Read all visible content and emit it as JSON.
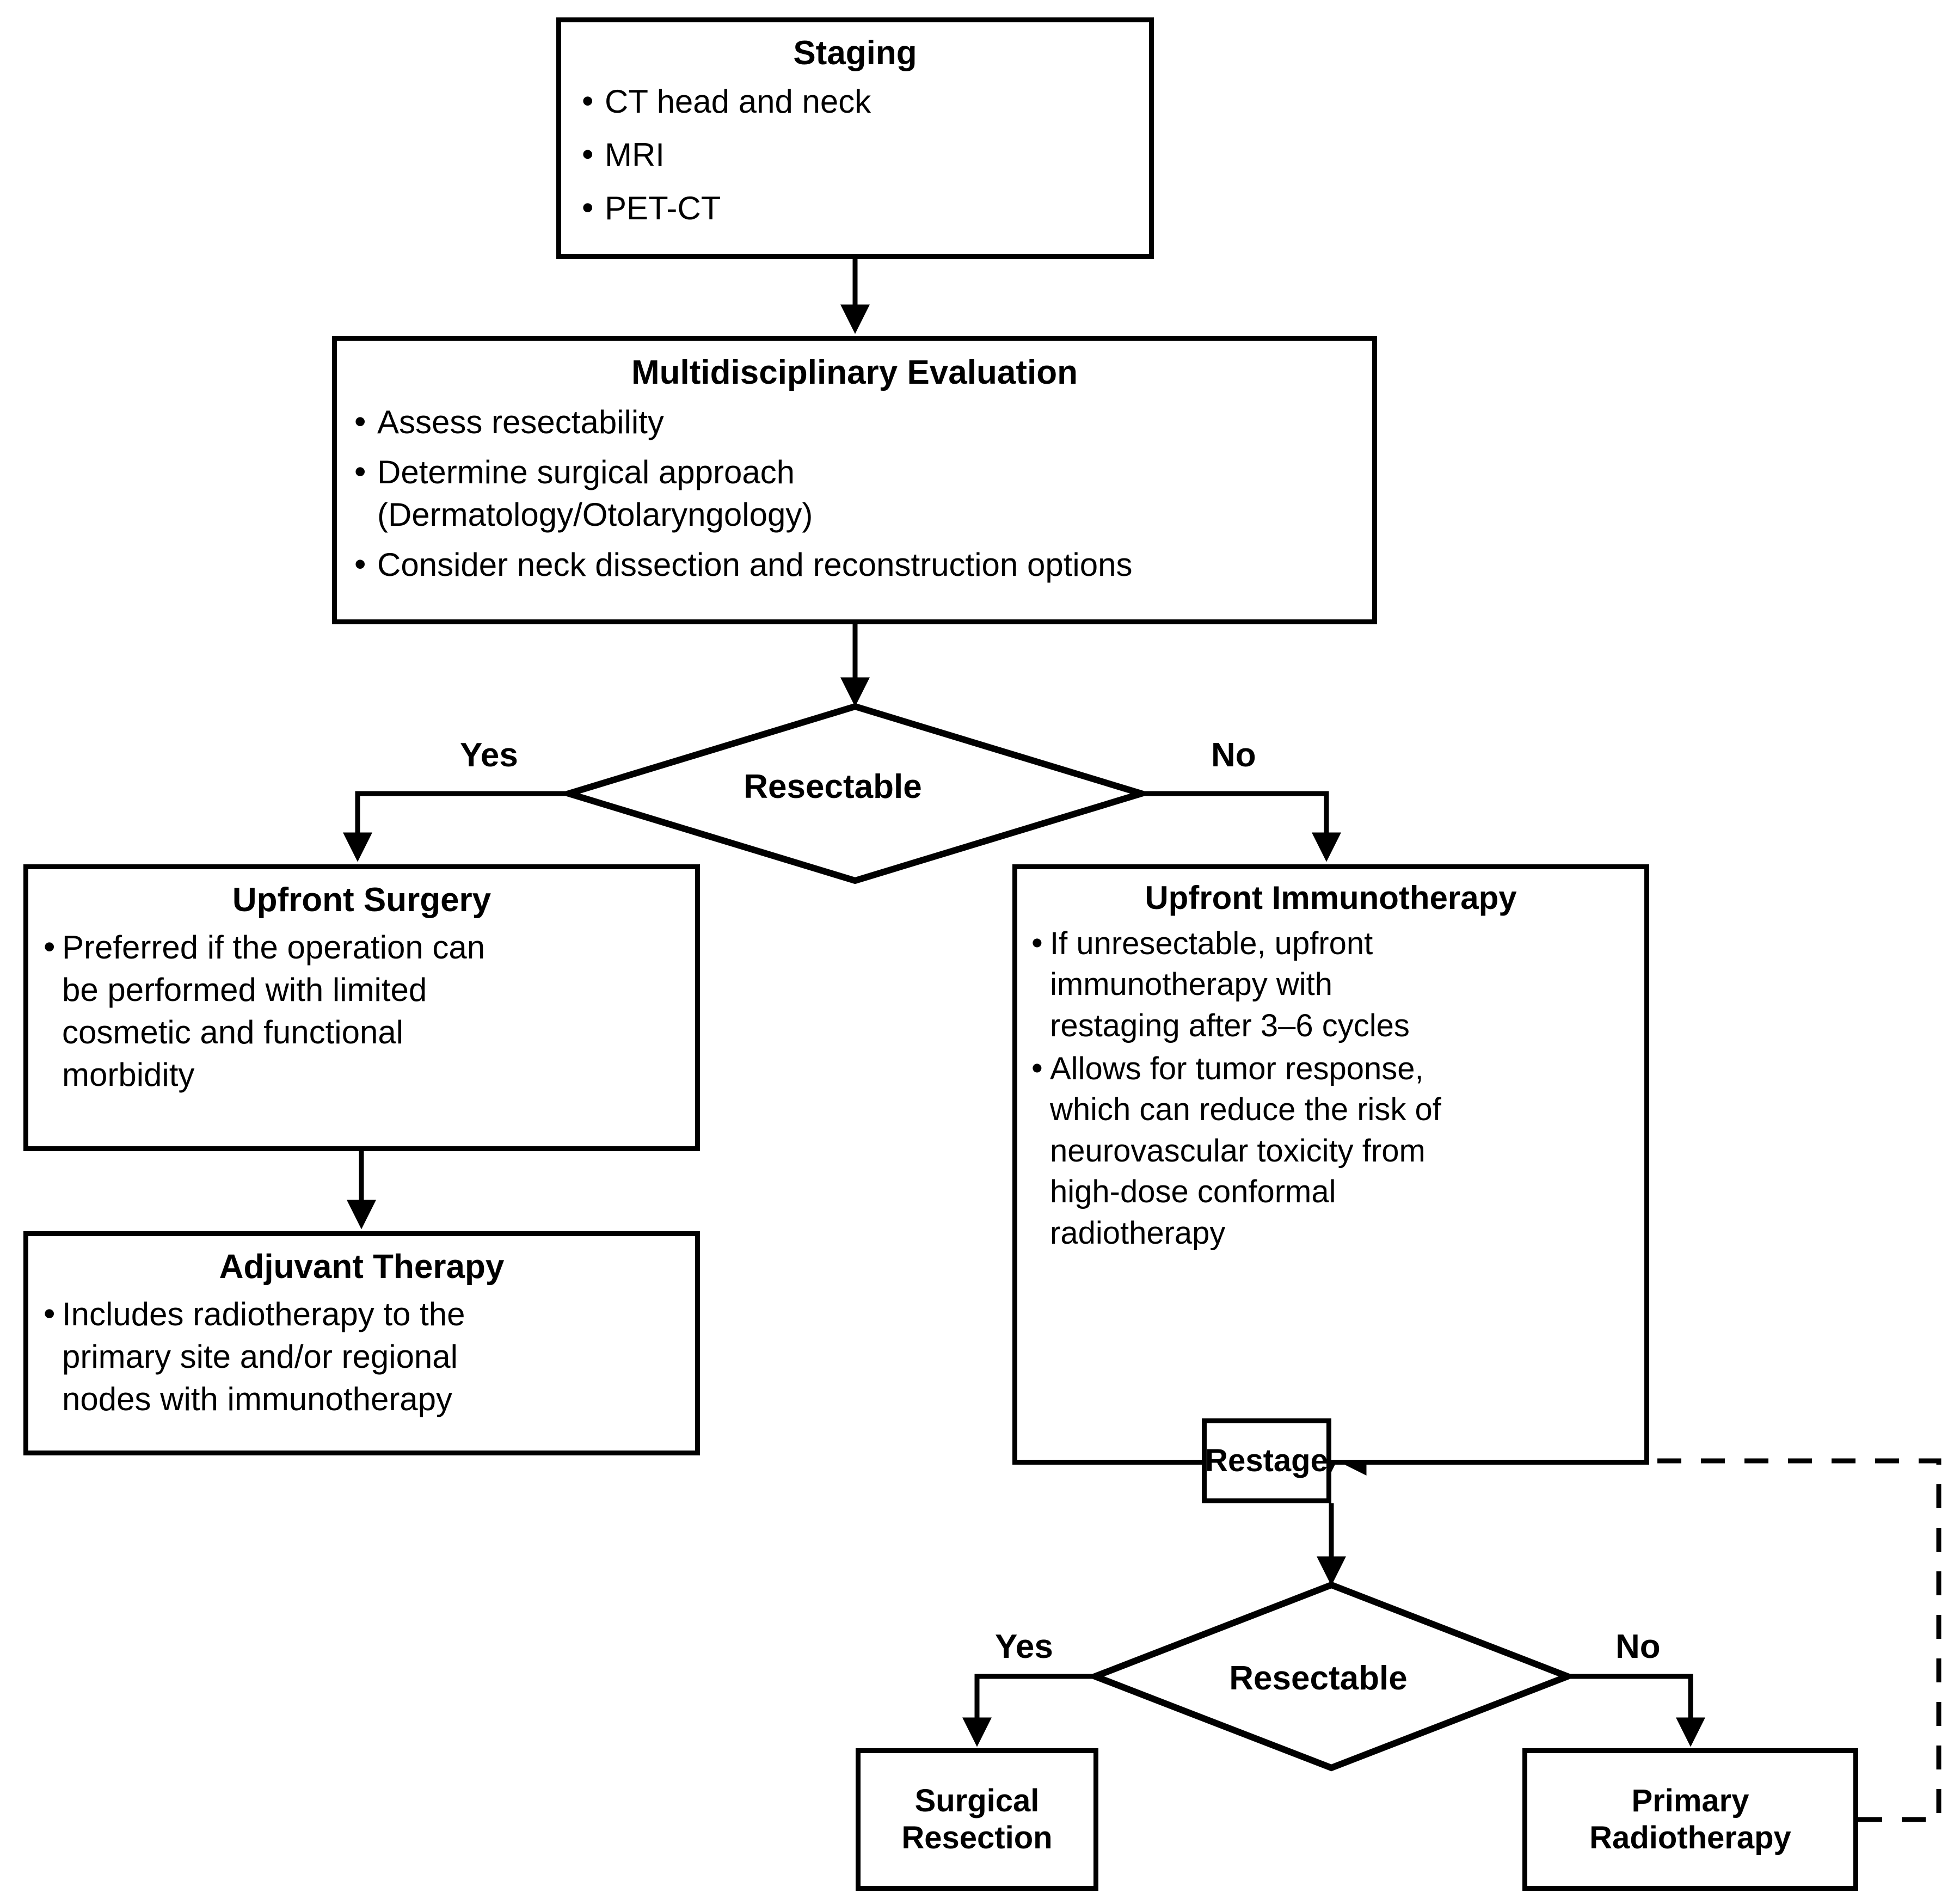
{
  "diagram": {
    "title": "Head and neck cutaneous carcinoma management algorithm",
    "stroke_color": "#000000",
    "background_color": "#ffffff"
  },
  "nodes": {
    "staging": {
      "title": "Staging",
      "bullets": [
        "CT head and neck",
        "MRI",
        "PET-CT"
      ]
    },
    "multidisciplinary_evaluation": {
      "title": "Multidisciplinary Evaluation",
      "bullets": [
        "Assess resectability",
        "Determine surgical approach\n(Dermatology/Otolaryngology)",
        "Consider neck dissection and reconstruction options"
      ]
    },
    "upfront_surgery": {
      "title": "Upfront Surgery",
      "bullets": [
        "Preferred if the operation can\nbe performed with limited\ncosmetic and functional\nmorbidity"
      ]
    },
    "adjuvant_therapy": {
      "title": "Adjuvant Therapy",
      "bullets": [
        "Includes radiotherapy to the\nprimary site and/or regional\nnodes with immunotherapy"
      ]
    },
    "upfront_immunotherapy": {
      "title": "Upfront Immunotherapy",
      "bullets": [
        "If unresectable, upfront\nimmunotherapy with\nrestaging after 3–6 cycles",
        "Allows for tumor response,\nwhich can reduce the risk of\nneurovascular toxicity from\nhigh-dose conformal\nradiotherapy"
      ]
    },
    "restage": {
      "title": "Restage"
    },
    "surgical_resection": {
      "title": "Surgical\nResection"
    },
    "primary_radiotherapy": {
      "title": "Primary\nRadiotherapy"
    }
  },
  "decisions": {
    "resectable_1": {
      "label": "Resectable",
      "yes_label": "Yes",
      "no_label": "No",
      "yes_target": "upfront_surgery",
      "no_target": "upfront_immunotherapy"
    },
    "resectable_2": {
      "label": "Resectable",
      "yes_label": "Yes",
      "no_label": "No",
      "yes_target": "surgical_resection",
      "no_target": "primary_radiotherapy"
    }
  },
  "edges": [
    {
      "from": "staging",
      "to": "multidisciplinary_evaluation",
      "style": "solid",
      "label": ""
    },
    {
      "from": "multidisciplinary_evaluation",
      "to": "resectable_1",
      "style": "solid",
      "label": ""
    },
    {
      "from": "resectable_1",
      "to": "upfront_surgery",
      "style": "solid",
      "label": "Yes"
    },
    {
      "from": "resectable_1",
      "to": "upfront_immunotherapy",
      "style": "solid",
      "label": "No"
    },
    {
      "from": "upfront_surgery",
      "to": "adjuvant_therapy",
      "style": "solid",
      "label": ""
    },
    {
      "from": "upfront_immunotherapy",
      "to": "restage",
      "style": "solid",
      "label": ""
    },
    {
      "from": "restage",
      "to": "resectable_2",
      "style": "solid",
      "label": ""
    },
    {
      "from": "resectable_2",
      "to": "surgical_resection",
      "style": "solid",
      "label": "Yes"
    },
    {
      "from": "resectable_2",
      "to": "primary_radiotherapy",
      "style": "solid",
      "label": "No"
    },
    {
      "from": "primary_radiotherapy",
      "to": "restage",
      "style": "dashed",
      "label": ""
    }
  ]
}
